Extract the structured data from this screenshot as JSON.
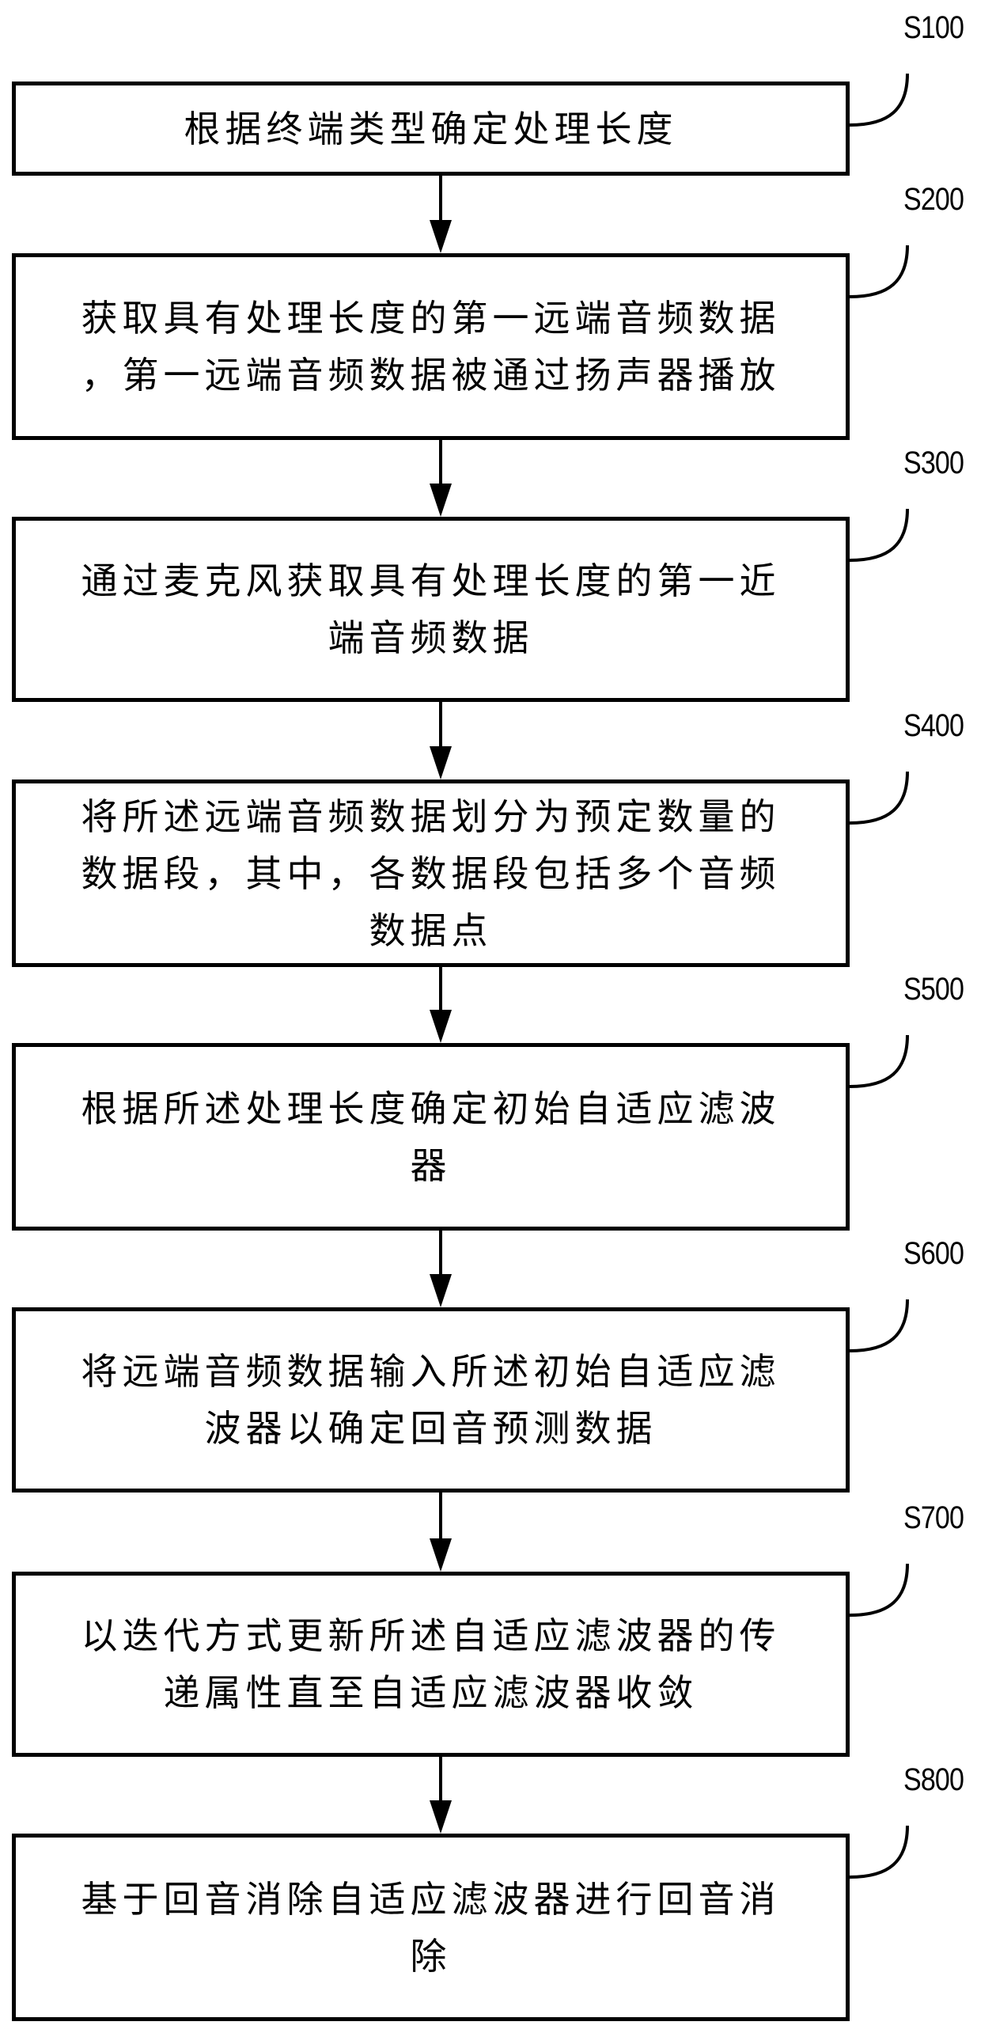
{
  "flowchart": {
    "steps": [
      {
        "id": "S100",
        "label": "S100",
        "text": "根据终端类型确定处理长度"
      },
      {
        "id": "S200",
        "label": "S200",
        "text": "获取具有处理长度的第一远端音频数据\n，第一远端音频数据被通过扬声器播放"
      },
      {
        "id": "S300",
        "label": "S300",
        "text": "通过麦克风获取具有处理长度的第一近\n端音频数据"
      },
      {
        "id": "S400",
        "label": "S400",
        "text": "将所述远端音频数据划分为预定数量的\n数据段，其中，各数据段包括多个音频\n数据点"
      },
      {
        "id": "S500",
        "label": "S500",
        "text": "根据所述处理长度确定初始自适应滤波\n器"
      },
      {
        "id": "S600",
        "label": "S600",
        "text": "将远端音频数据输入所述初始自适应滤\n波器以确定回音预测数据"
      },
      {
        "id": "S700",
        "label": "S700",
        "text": "以迭代方式更新所述自适应滤波器的传\n递属性直至自适应滤波器收敛"
      },
      {
        "id": "S800",
        "label": "S800",
        "text": "基于回音消除自适应滤波器进行回音消\n除"
      }
    ],
    "connections": [
      {
        "from": "S100",
        "to": "S200"
      },
      {
        "from": "S200",
        "to": "S300"
      },
      {
        "from": "S300",
        "to": "S400"
      },
      {
        "from": "S400",
        "to": "S500"
      },
      {
        "from": "S500",
        "to": "S600"
      },
      {
        "from": "S600",
        "to": "S700"
      },
      {
        "from": "S700",
        "to": "S800"
      }
    ]
  }
}
